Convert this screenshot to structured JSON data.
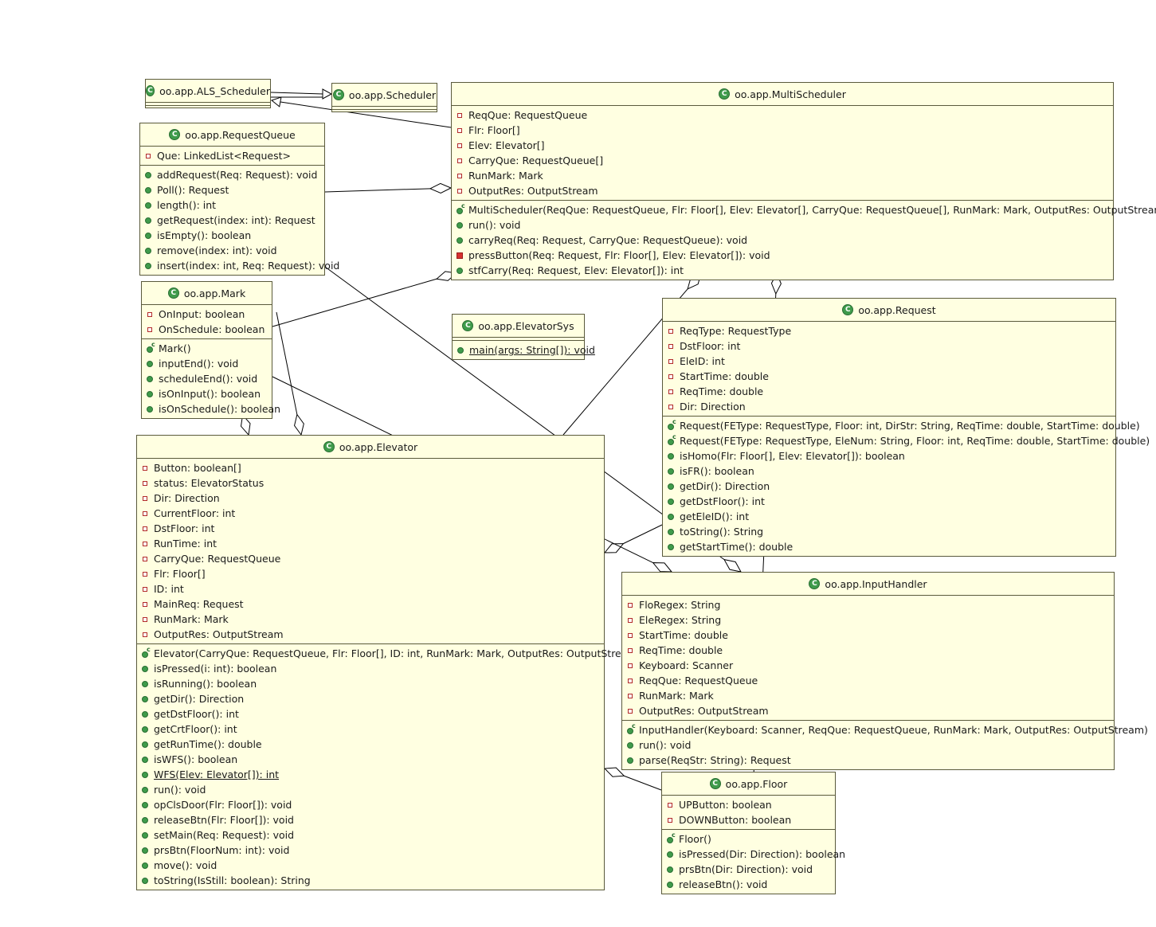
{
  "diagram": {
    "classes": [
      {
        "id": "als",
        "name": "oo.app.ALS_Scheduler",
        "attributes": [],
        "methods": []
      },
      {
        "id": "scheduler",
        "name": "oo.app.Scheduler",
        "attributes": [],
        "methods": []
      },
      {
        "id": "multi",
        "name": "oo.app.MultiScheduler",
        "attributes": [
          {
            "vis": "private",
            "text": "ReqQue: RequestQueue"
          },
          {
            "vis": "private",
            "text": "Flr: Floor[]"
          },
          {
            "vis": "private",
            "text": "Elev: Elevator[]"
          },
          {
            "vis": "private",
            "text": "CarryQue: RequestQueue[]"
          },
          {
            "vis": "private",
            "text": "RunMark: Mark"
          },
          {
            "vis": "private",
            "text": "OutputRes: OutputStream"
          }
        ],
        "methods": [
          {
            "vis": "ctor",
            "text": "MultiScheduler(ReqQue: RequestQueue, Flr: Floor[], Elev: Elevator[], CarryQue: RequestQueue[], RunMark: Mark, OutputRes: OutputStream)"
          },
          {
            "vis": "public",
            "text": "run(): void"
          },
          {
            "vis": "public",
            "text": "carryReq(Req: Request, CarryQue: RequestQueue): void"
          },
          {
            "vis": "private-filled",
            "text": "pressButton(Req: Request, Flr: Floor[], Elev: Elevator[]): void"
          },
          {
            "vis": "public",
            "text": "stfCarry(Req: Request, Elev: Elevator[]): int"
          }
        ]
      },
      {
        "id": "reqqueue",
        "name": "oo.app.RequestQueue",
        "attributes": [
          {
            "vis": "private",
            "text": "Que: LinkedList<Request>"
          }
        ],
        "methods": [
          {
            "vis": "public",
            "text": "addRequest(Req: Request): void"
          },
          {
            "vis": "public",
            "text": "Poll(): Request"
          },
          {
            "vis": "public",
            "text": "length(): int"
          },
          {
            "vis": "public",
            "text": "getRequest(index: int): Request"
          },
          {
            "vis": "public",
            "text": "isEmpty(): boolean"
          },
          {
            "vis": "public",
            "text": "remove(index: int): void"
          },
          {
            "vis": "public",
            "text": "insert(index: int, Req: Request): void"
          }
        ]
      },
      {
        "id": "mark",
        "name": "oo.app.Mark",
        "attributes": [
          {
            "vis": "private",
            "text": "OnInput: boolean"
          },
          {
            "vis": "private",
            "text": "OnSchedule: boolean"
          }
        ],
        "methods": [
          {
            "vis": "ctor",
            "text": "Mark()"
          },
          {
            "vis": "public",
            "text": "inputEnd(): void"
          },
          {
            "vis": "public",
            "text": "scheduleEnd(): void"
          },
          {
            "vis": "public",
            "text": "isOnInput(): boolean"
          },
          {
            "vis": "public",
            "text": "isOnSchedule(): boolean"
          }
        ]
      },
      {
        "id": "elevsys",
        "name": "oo.app.ElevatorSys",
        "attributes": [],
        "methods": [
          {
            "vis": "public",
            "text": "main(args: String[]): void",
            "static": true
          }
        ]
      },
      {
        "id": "request",
        "name": "oo.app.Request",
        "attributes": [
          {
            "vis": "private",
            "text": "ReqType: RequestType"
          },
          {
            "vis": "private",
            "text": "DstFloor: int"
          },
          {
            "vis": "private",
            "text": "EleID: int"
          },
          {
            "vis": "private",
            "text": "StartTime: double"
          },
          {
            "vis": "private",
            "text": "ReqTime: double"
          },
          {
            "vis": "private",
            "text": "Dir: Direction"
          }
        ],
        "methods": [
          {
            "vis": "ctor",
            "text": "Request(FEType: RequestType, Floor: int, DirStr: String, ReqTime: double, StartTime: double)"
          },
          {
            "vis": "ctor",
            "text": "Request(FEType: RequestType, EleNum: String, Floor: int, ReqTime: double, StartTime: double)"
          },
          {
            "vis": "public",
            "text": "isHomo(Flr: Floor[], Elev: Elevator[]): boolean"
          },
          {
            "vis": "public",
            "text": "isFR(): boolean"
          },
          {
            "vis": "public",
            "text": "getDir(): Direction"
          },
          {
            "vis": "public",
            "text": "getDstFloor(): int"
          },
          {
            "vis": "public",
            "text": "getEleID(): int"
          },
          {
            "vis": "public",
            "text": "toString(): String"
          },
          {
            "vis": "public",
            "text": "getStartTime(): double"
          }
        ]
      },
      {
        "id": "elevator",
        "name": "oo.app.Elevator",
        "attributes": [
          {
            "vis": "private",
            "text": "Button: boolean[]"
          },
          {
            "vis": "private",
            "text": "status: ElevatorStatus"
          },
          {
            "vis": "private",
            "text": "Dir: Direction"
          },
          {
            "vis": "private",
            "text": "CurrentFloor: int"
          },
          {
            "vis": "private",
            "text": "DstFloor: int"
          },
          {
            "vis": "private",
            "text": "RunTime: int"
          },
          {
            "vis": "private",
            "text": "CarryQue: RequestQueue"
          },
          {
            "vis": "private",
            "text": "Flr: Floor[]"
          },
          {
            "vis": "private",
            "text": "ID: int"
          },
          {
            "vis": "private",
            "text": "MainReq: Request"
          },
          {
            "vis": "private",
            "text": "RunMark: Mark"
          },
          {
            "vis": "private",
            "text": "OutputRes: OutputStream"
          }
        ],
        "methods": [
          {
            "vis": "ctor",
            "text": "Elevator(CarryQue: RequestQueue, Flr: Floor[], ID: int, RunMark: Mark, OutputRes: OutputStream)"
          },
          {
            "vis": "public",
            "text": "isPressed(i: int): boolean"
          },
          {
            "vis": "public",
            "text": "isRunning(): boolean"
          },
          {
            "vis": "public",
            "text": "getDir(): Direction"
          },
          {
            "vis": "public",
            "text": "getDstFloor(): int"
          },
          {
            "vis": "public",
            "text": "getCrtFloor(): int"
          },
          {
            "vis": "public",
            "text": "getRunTime(): double"
          },
          {
            "vis": "public",
            "text": "isWFS(): boolean"
          },
          {
            "vis": "public",
            "text": "WFS(Elev: Elevator[]): int",
            "static": true
          },
          {
            "vis": "public",
            "text": "run(): void"
          },
          {
            "vis": "public",
            "text": "opClsDoor(Flr: Floor[]): void"
          },
          {
            "vis": "public",
            "text": "releaseBtn(Flr: Floor[]): void"
          },
          {
            "vis": "public",
            "text": "setMain(Req: Request): void"
          },
          {
            "vis": "public",
            "text": "prsBtn(FloorNum: int): void"
          },
          {
            "vis": "public",
            "text": "move(): void"
          },
          {
            "vis": "public",
            "text": "toString(IsStill: boolean): String"
          }
        ]
      },
      {
        "id": "input",
        "name": "oo.app.InputHandler",
        "attributes": [
          {
            "vis": "private",
            "text": "FloRegex: String"
          },
          {
            "vis": "private",
            "text": "EleRegex: String"
          },
          {
            "vis": "private",
            "text": "StartTime: double"
          },
          {
            "vis": "private",
            "text": "ReqTime: double"
          },
          {
            "vis": "private",
            "text": "Keyboard: Scanner"
          },
          {
            "vis": "private",
            "text": "ReqQue: RequestQueue"
          },
          {
            "vis": "private",
            "text": "RunMark: Mark"
          },
          {
            "vis": "private",
            "text": "OutputRes: OutputStream"
          }
        ],
        "methods": [
          {
            "vis": "ctor",
            "text": "InputHandler(Keyboard: Scanner, ReqQue: RequestQueue, RunMark: Mark, OutputRes: OutputStream)"
          },
          {
            "vis": "public",
            "text": "run(): void"
          },
          {
            "vis": "public",
            "text": "parse(ReqStr: String): Request"
          }
        ]
      },
      {
        "id": "floor",
        "name": "oo.app.Floor",
        "attributes": [
          {
            "vis": "private",
            "text": "UPButton: boolean"
          },
          {
            "vis": "private",
            "text": "DOWNButton: boolean"
          }
        ],
        "methods": [
          {
            "vis": "ctor",
            "text": "Floor()"
          },
          {
            "vis": "public",
            "text": "isPressed(Dir: Direction): boolean"
          },
          {
            "vis": "public",
            "text": "prsBtn(Dir: Direction): void"
          },
          {
            "vis": "public",
            "text": "releaseBtn(): void"
          }
        ]
      }
    ],
    "relationships": [
      {
        "type": "generalization",
        "from": "als",
        "to": "scheduler"
      },
      {
        "type": "generalization",
        "from": "multi",
        "to": "als"
      },
      {
        "type": "aggregation",
        "whole": "multi",
        "part": "reqqueue"
      },
      {
        "type": "aggregation",
        "whole": "multi",
        "part": "mark"
      },
      {
        "type": "aggregation",
        "whole": "multi",
        "part": "elevator"
      },
      {
        "type": "aggregation",
        "whole": "multi",
        "part": "floor"
      },
      {
        "type": "aggregation",
        "whole": "elevator",
        "part": "mark"
      },
      {
        "type": "aggregation",
        "whole": "elevator",
        "part": "reqqueue"
      },
      {
        "type": "aggregation",
        "whole": "elevator",
        "part": "request"
      },
      {
        "type": "aggregation",
        "whole": "elevator",
        "part": "floor"
      },
      {
        "type": "aggregation",
        "whole": "input",
        "part": "mark"
      },
      {
        "type": "aggregation",
        "whole": "input",
        "part": "reqqueue"
      }
    ]
  }
}
